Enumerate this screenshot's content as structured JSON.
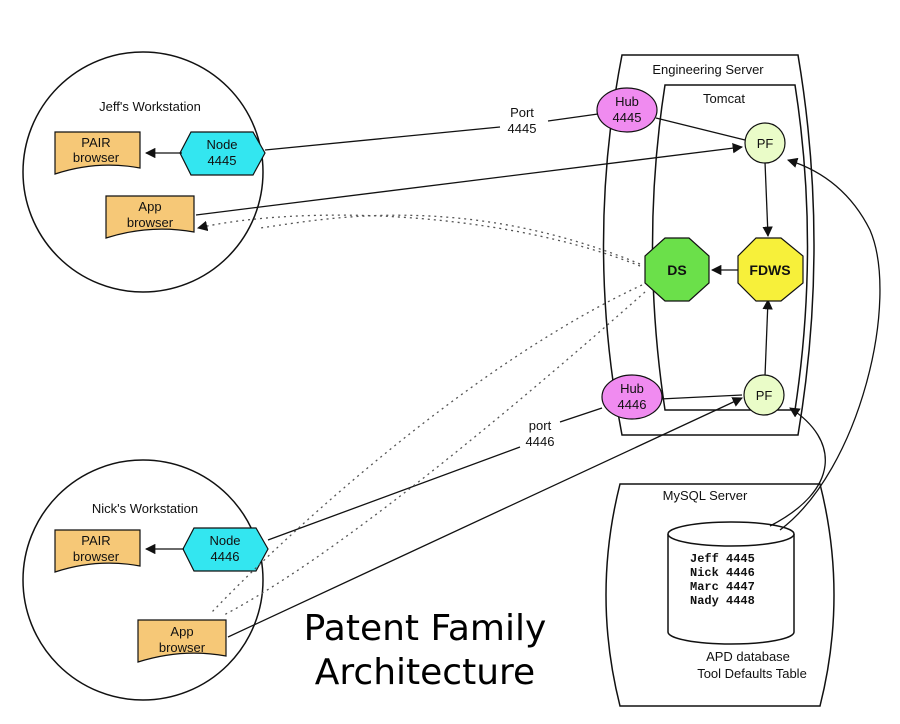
{
  "title": [
    "Patent Family",
    "Architecture"
  ],
  "jeff": {
    "title": "Jeff's Workstation",
    "pair": [
      "PAIR",
      "browser"
    ],
    "app": [
      "App",
      "browser"
    ],
    "node": [
      "Node",
      "4445"
    ]
  },
  "nick": {
    "title": "Nick's Workstation",
    "pair": [
      "PAIR",
      "browser"
    ],
    "app": [
      "App",
      "browser"
    ],
    "node": [
      "Node",
      "4446"
    ]
  },
  "engineering": {
    "title": "Engineering Server",
    "tomcat": "Tomcat",
    "hub1": [
      "Hub",
      "4445"
    ],
    "hub2": [
      "Hub",
      "4446"
    ],
    "pf": "PF",
    "ds": "DS",
    "fdws": "FDWS"
  },
  "ports": {
    "port1": [
      "Port",
      "4445"
    ],
    "port2": [
      "port",
      "4446"
    ]
  },
  "mysql": {
    "title": "MySQL Server",
    "rows": [
      "Jeff 4445",
      "Nick 4446",
      "Marc 4447",
      "Nady 4448"
    ],
    "caption": [
      "APD database",
      "Tool Defaults Table"
    ]
  },
  "colors": {
    "doc": "#f6c877",
    "node": "#33e6f0",
    "hub": "#f08bf0",
    "pf": "#eafcc8",
    "ds": "#6be04a",
    "fdws": "#f7f03a"
  }
}
